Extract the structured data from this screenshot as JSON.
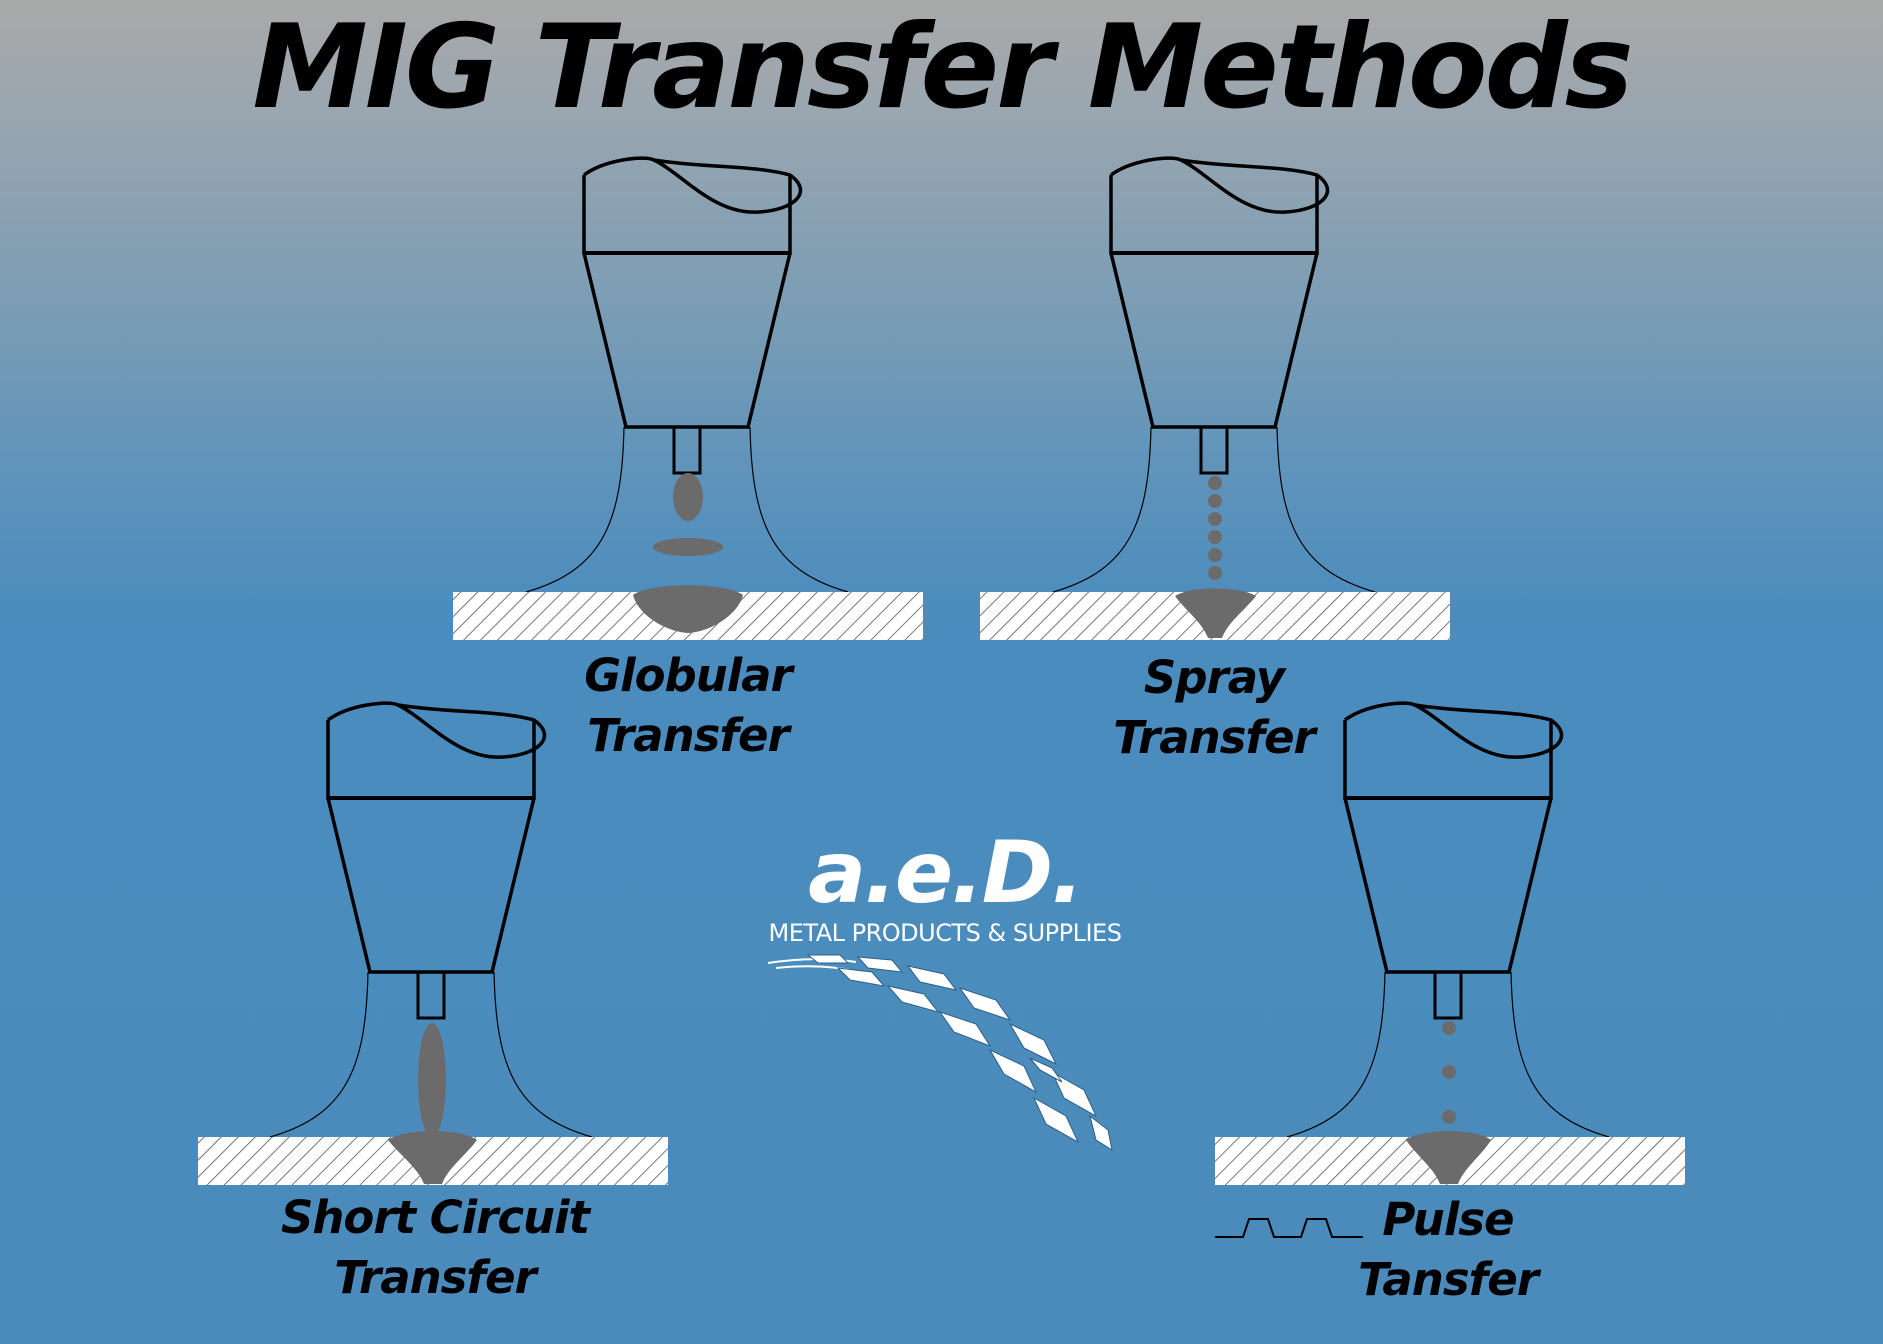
{
  "title": "MIG Transfer Methods",
  "methods": [
    {
      "id": "globular",
      "line1": "Globular",
      "line2": "Transfer"
    },
    {
      "id": "spray",
      "line1": "Spray",
      "line2": "Transfer"
    },
    {
      "id": "short-circuit",
      "line1": "Short Circuit",
      "line2": "Transfer"
    },
    {
      "id": "pulse",
      "line1": "Pulse",
      "line2": "Tansfer"
    }
  ],
  "logo": {
    "brand": "a.e.D.",
    "tagline": "METAL PRODUCTS & SUPPLIES"
  },
  "colors": {
    "background_top": "#a9a9a9",
    "background_bottom": "#4b8bbc",
    "metal_droplet": "#6b6b6b",
    "outline": "#000000"
  }
}
